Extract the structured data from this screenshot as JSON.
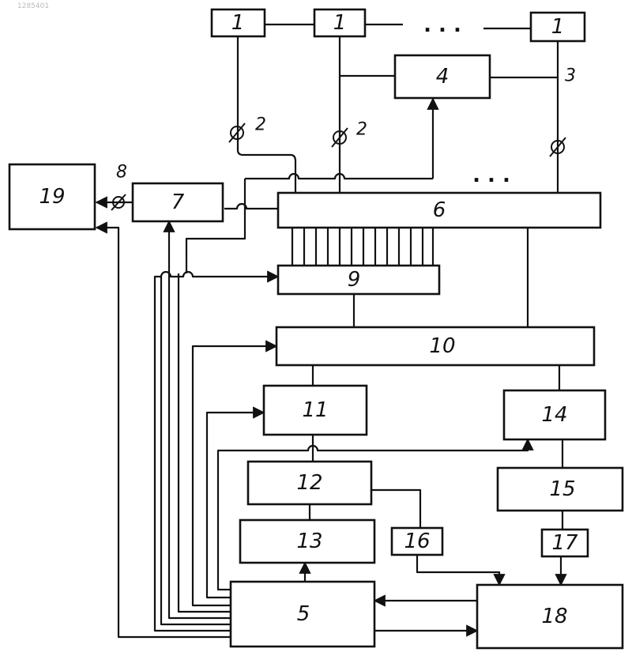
{
  "header_tag": "1285401",
  "blocks": {
    "b1a": "1",
    "b1b": "1",
    "b1c": "1",
    "b4": "4",
    "b5": "5",
    "b6": "6",
    "b7": "7",
    "b9": "9",
    "b10": "10",
    "b11": "11",
    "b12": "12",
    "b13": "13",
    "b14": "14",
    "b15": "15",
    "b16": "16",
    "b17": "17",
    "b18": "18",
    "b19": "19"
  },
  "labels": {
    "sensor_left": "2",
    "sensor_mid": "2",
    "line_right": "3",
    "output_sensor": "8"
  },
  "ellipsis_top": ". . .",
  "ellipsis_mid": ". . ."
}
